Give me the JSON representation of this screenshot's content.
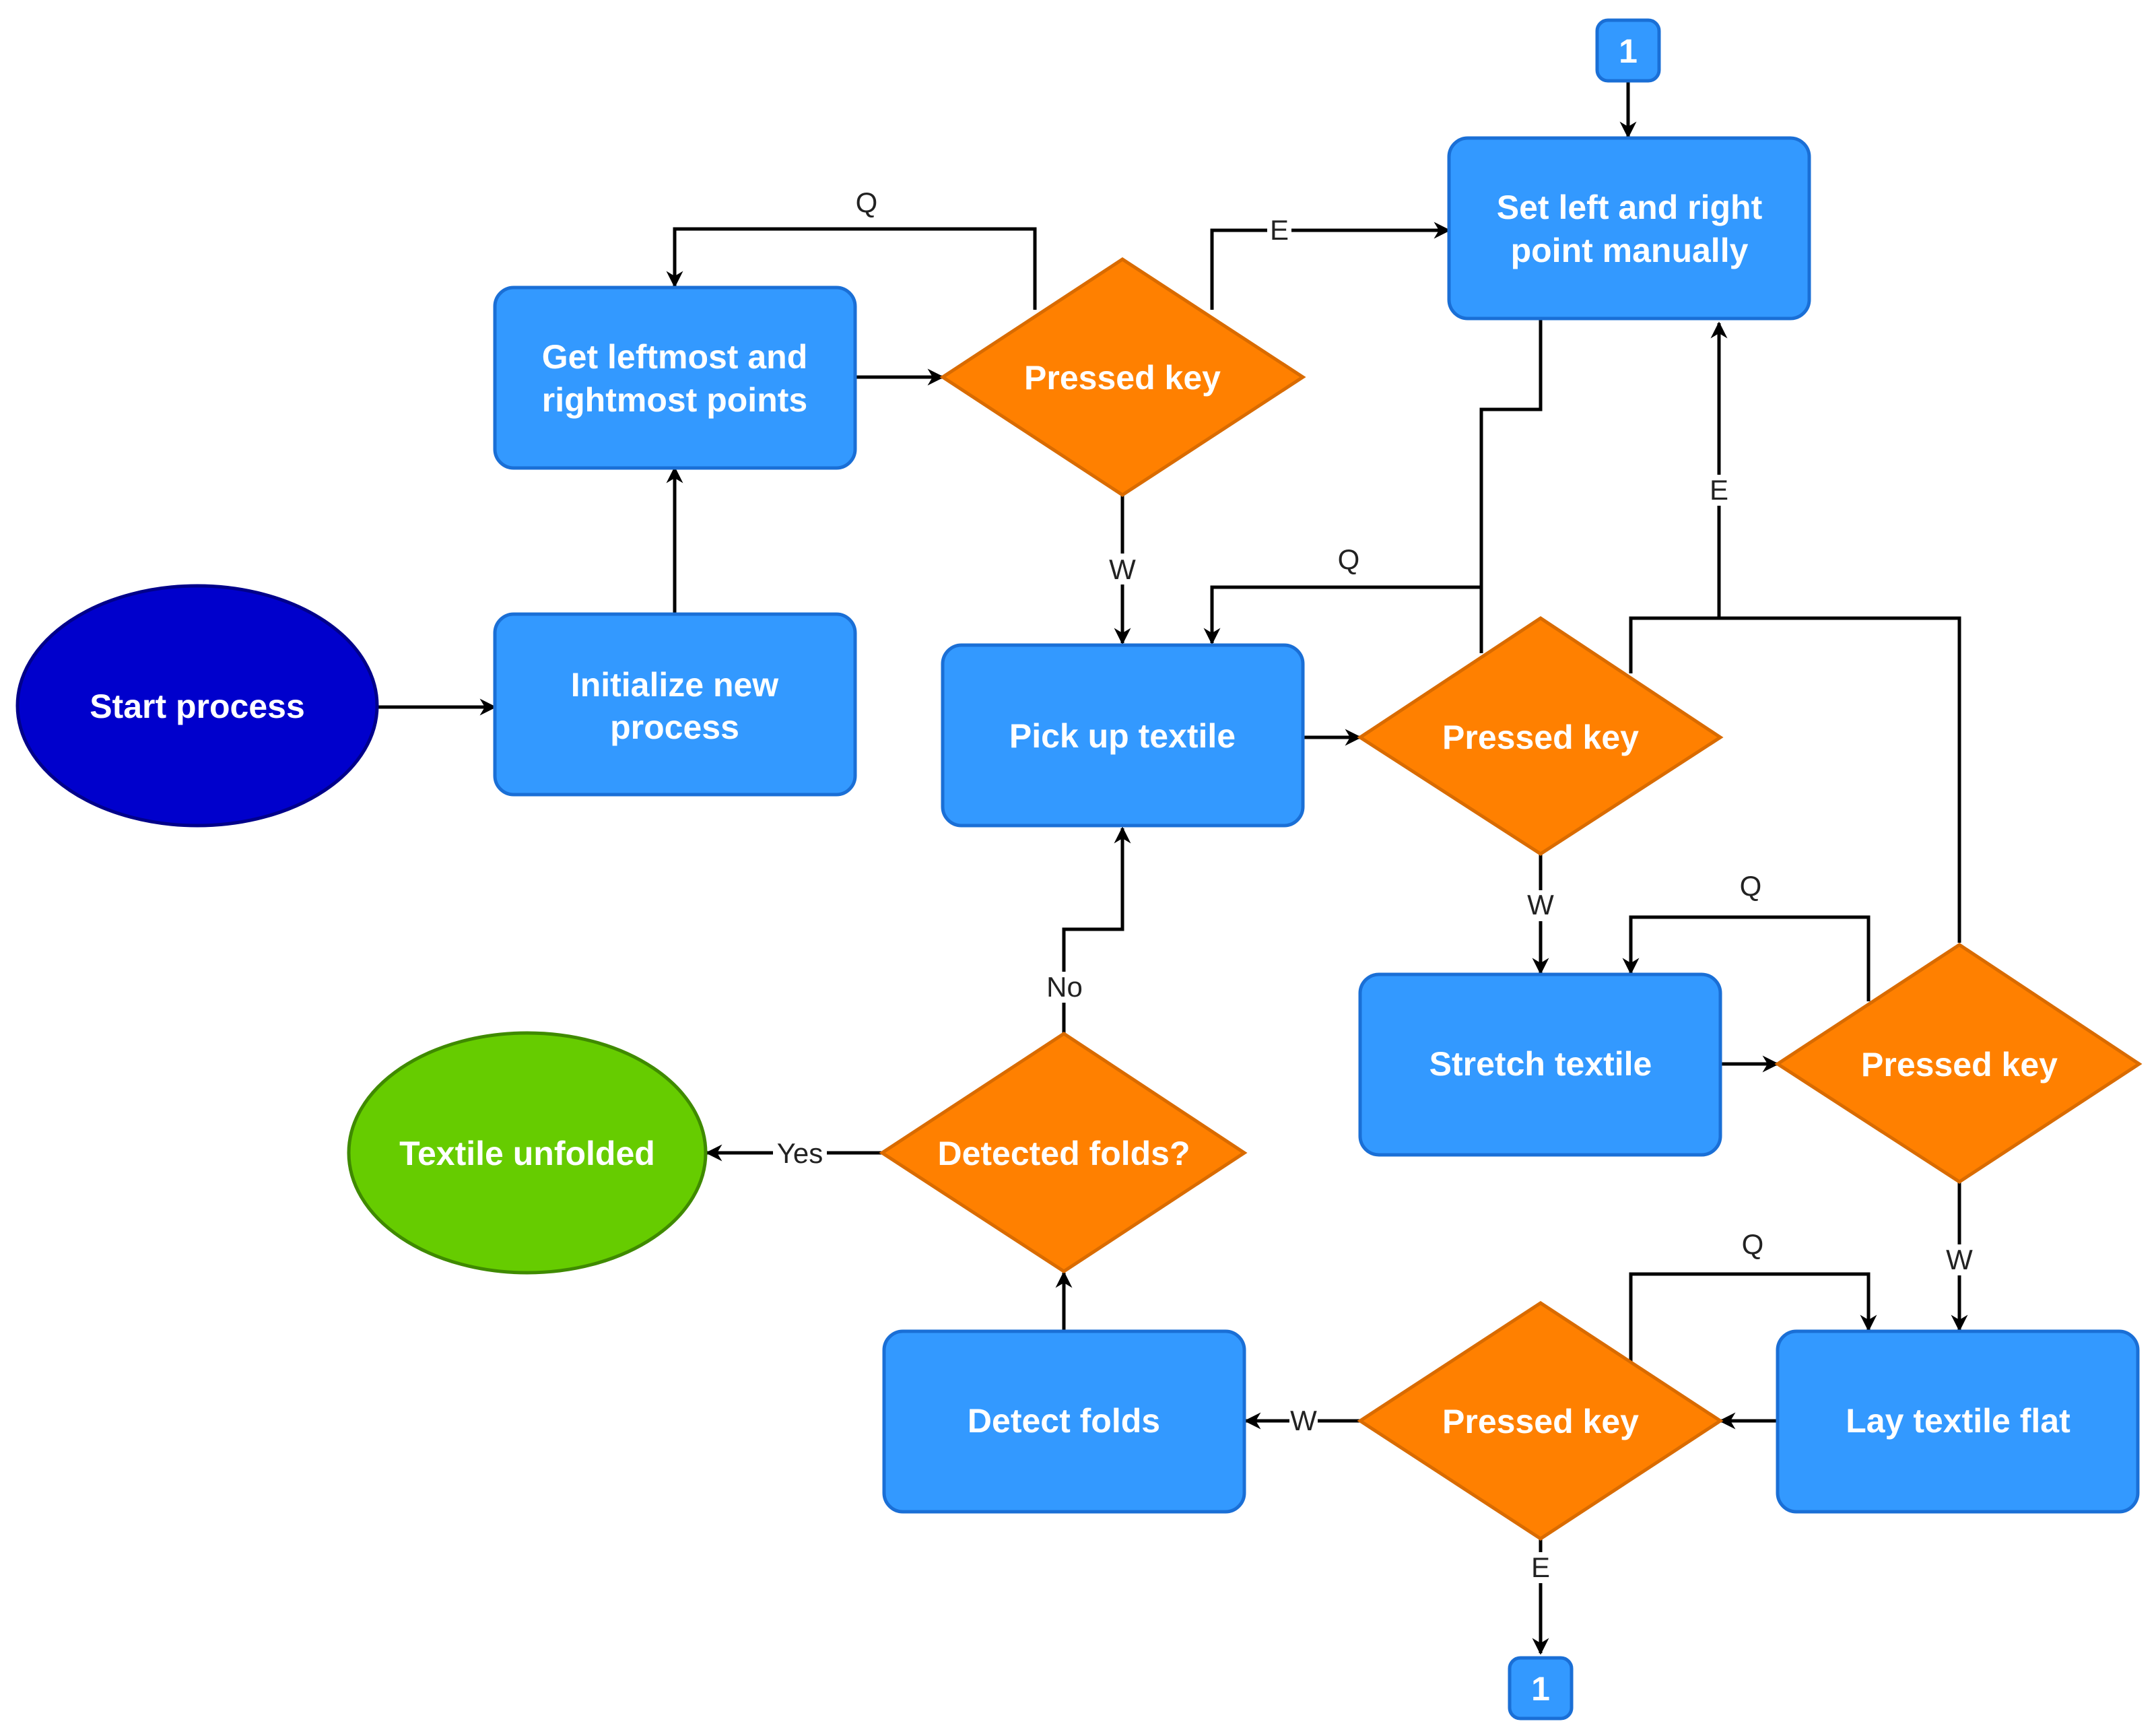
{
  "colors": {
    "process": "#3399ff",
    "process_border": "#1a6fd6",
    "decision": "#ff8000",
    "decision_border": "#d96b00",
    "start": "#0000cc",
    "end": "#66cc00",
    "connector": "#3399ff",
    "edge": "#000000"
  },
  "nodes": {
    "start": "Start process",
    "init": [
      "Initialize new",
      "process"
    ],
    "get_points": [
      "Get leftmost and",
      "rightmost points"
    ],
    "pressed_key": "Pressed key",
    "set_manual": [
      "Set left and right",
      "point manually"
    ],
    "pick_up": "Pick up textile",
    "stretch": "Stretch textile",
    "lay_flat": "Lay textile flat",
    "detect": "Detect folds",
    "detected_q": "Detected folds?",
    "unfolded": "Textile unfolded",
    "connector": "1"
  },
  "edge_labels": {
    "q": "Q",
    "w": "W",
    "e": "E",
    "yes": "Yes",
    "no": "No"
  }
}
